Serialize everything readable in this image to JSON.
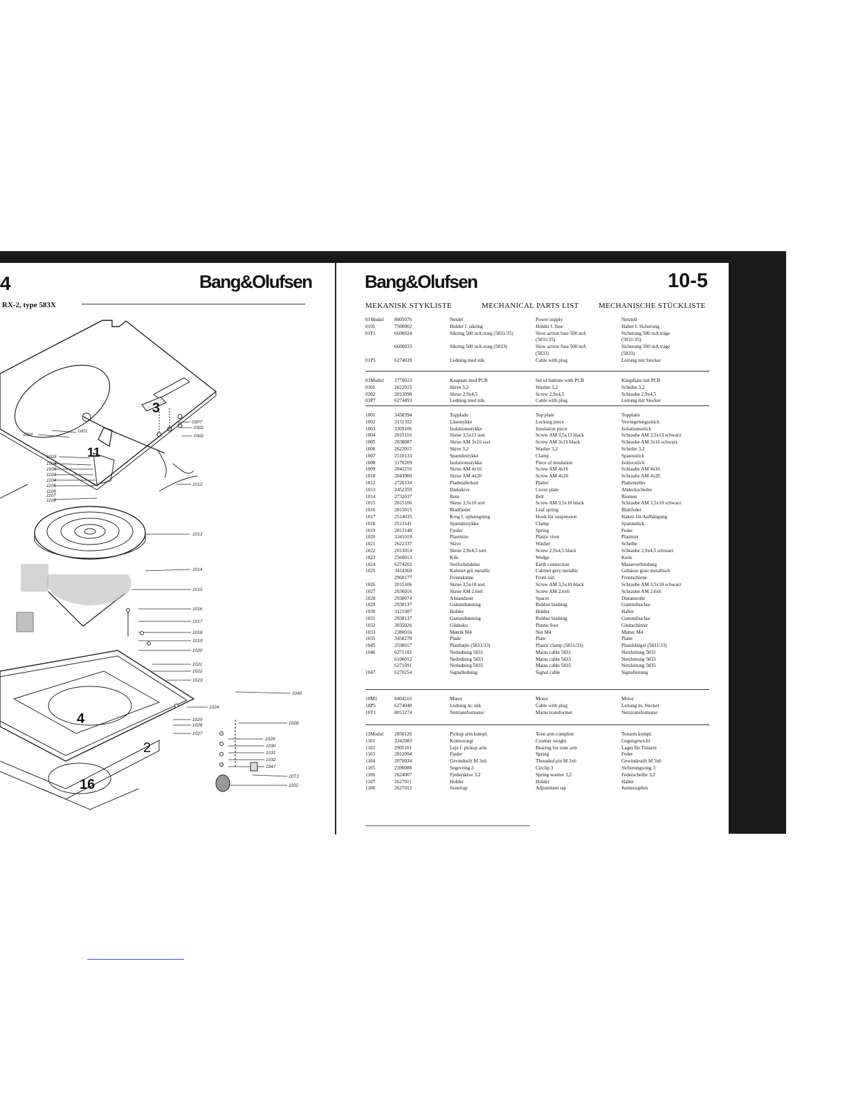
{
  "left_page": {
    "page_number": "4",
    "brand": "Bang&Olufsen",
    "model_line": "RX-2, type 583X",
    "callouts": [
      "3",
      "11",
      "4",
      "2",
      "16"
    ],
    "part_labels": [
      "03P7",
      "0301",
      "0302",
      "1001",
      "1002",
      "1003",
      "1004",
      "1005",
      "1012",
      "1013",
      "1014",
      "1015",
      "1016",
      "1017",
      "1018",
      "1019",
      "1020",
      "1021",
      "1022",
      "1023",
      "1024",
      "1025",
      "1026",
      "1027",
      "1028",
      "1029",
      "1030",
      "1031",
      "1032",
      "1045",
      "1047",
      "10T1",
      "1102",
      "1103",
      "1104",
      "1105",
      "1106",
      "1107",
      "1108"
    ]
  },
  "right_page": {
    "brand": "Bang&Olufsen",
    "page_number": "10-5",
    "headers": {
      "danish": "MEKANISK STYKLISTE",
      "english": "MECHANICAL PARTS LIST",
      "german": "MECHANISCHE STÜCKLISTE"
    },
    "groups": [
      {
        "rows": [
          {
            "pos": "01Modul",
            "no": "8005076",
            "da": "Netdel",
            "en": "Power supply",
            "de": "Netzteil"
          },
          {
            "pos": "0101",
            "no": "7500002",
            "da": "Holder f. sikring",
            "en": "Holder f. fuse",
            "de": "Halter f. Sicherung"
          },
          {
            "pos": "01F1",
            "no": "6600024",
            "da": "Sikring 500 mA-træg (5831/35)",
            "en": "Slow action fuse 500 mA",
            "de": "Sicherung 500 mA träge"
          },
          {
            "pos": "",
            "no": "",
            "da": "",
            "en": "(5831/35)",
            "de": "(5831/35)"
          },
          {
            "pos": "",
            "no": "6600033",
            "da": "Sikring 500 mA-træg (5833)",
            "en": "Slow action fuse 500 mA",
            "de": "Sicherung 500 mA träge"
          },
          {
            "pos": "",
            "no": "",
            "da": "",
            "en": "(5833)",
            "de": "(5833)"
          },
          {
            "pos": "01P5",
            "no": "6274039",
            "da": "Ledning med stik",
            "en": "Cable with plug",
            "de": "Leitung mit Stecker"
          }
        ]
      },
      {
        "rows": [
          {
            "pos": "03Modul",
            "no": "2770023",
            "da": "Knapsæt med PCB",
            "en": "Set of buttons with PCB",
            "de": "Knopfsatz mit PCB"
          },
          {
            "pos": "0301",
            "no": "2622015",
            "da": "Skive 3,2",
            "en": "Washer 3,2",
            "de": "Scheibe 3,2"
          },
          {
            "pos": "0302",
            "no": "2013098",
            "da": "Skrue 2,9x4,5",
            "en": "Screw 2,9x4,5",
            "de": "Schraube 2,9x4,5"
          },
          {
            "pos": "03P7",
            "no": "6274493",
            "da": "Ledning med stik",
            "en": "Cable with plug",
            "de": "Leitung mit Stecker"
          }
        ]
      },
      {
        "rows": [
          {
            "pos": "1001",
            "no": "3458394",
            "da": "Topplade",
            "en": "Top plate",
            "de": "Topplatte"
          },
          {
            "pos": "1002",
            "no": "3151352",
            "da": "Låsestykke",
            "en": "Locking piece",
            "de": "Verriegelungsstück"
          },
          {
            "pos": "1003",
            "no": "3309106",
            "da": "Isolationsstykke",
            "en": "Insulation piece",
            "de": "Isolationsstück"
          },
          {
            "pos": "1004",
            "no": "2015110",
            "da": "Skrue 3,5x13 sort",
            "en": "Screw AM 3,5x13 black",
            "de": "Schraube AM 3,5x13 schwarz"
          },
          {
            "pos": "1005",
            "no": "2038087",
            "da": "Skrue AM 3x16 sort",
            "en": "Screw AM 3x16 black",
            "de": "Schraube AM 3x16 schwarz"
          },
          {
            "pos": "1006",
            "no": "2622015",
            "da": "Skive 3,2",
            "en": "Washer 3,2",
            "de": "Scheibe 3,2"
          },
          {
            "pos": "1007",
            "no": "2510133",
            "da": "Spændestykke",
            "en": "Clamp",
            "de": "Spannstück"
          },
          {
            "pos": "1008",
            "no": "3170209",
            "da": "Isolationsstykke",
            "en": "Piece of insulation",
            "de": "Isolierstück"
          },
          {
            "pos": "1009",
            "no": "2042216",
            "da": "Skrue AM 4x16",
            "en": "Screw AM 4x16",
            "de": "Schraube AM 4x16"
          },
          {
            "pos": "1010",
            "no": "2043900",
            "da": "Skrue AM 4x20",
            "en": "Screw AM 4x20",
            "de": "Schraube AM 4x20"
          },
          {
            "pos": "1012",
            "no": "2726134",
            "da": "Pladetallerken",
            "en": "Platter",
            "de": "Plattenteller"
          },
          {
            "pos": "1013",
            "no": "2452359",
            "da": "Dækskive",
            "en": "Cover plate",
            "de": "Abdeckscheibe"
          },
          {
            "pos": "1014",
            "no": "2732037",
            "da": "Rem",
            "en": "Belt",
            "de": "Riemen"
          },
          {
            "pos": "1015",
            "no": "2015106",
            "da": "Skrue 3,5x10 sort",
            "en": "Screw AM 3,5x10 black",
            "de": "Schraube AM 3,5x10 schwarz"
          },
          {
            "pos": "1016",
            "no": "2815015",
            "da": "Bladfjeder",
            "en": "Leaf spring",
            "de": "Blattfeder"
          },
          {
            "pos": "1017",
            "no": "2514035",
            "da": "Krog f. ophængning",
            "en": "Hook for suspension",
            "de": "Haken für Aufhängung"
          },
          {
            "pos": "1018",
            "no": "2513141",
            "da": "Spændestykke",
            "en": "Clamp",
            "de": "Spannstück"
          },
          {
            "pos": "1019",
            "no": "2813140",
            "da": "Fjeder",
            "en": "Spring",
            "de": "Feder"
          },
          {
            "pos": "1020",
            "no": "3341019",
            "da": "Plastnitte",
            "en": "Plastic rivet",
            "de": "Plastniet"
          },
          {
            "pos": "1021",
            "no": "2622337",
            "da": "Skive",
            "en": "Washer",
            "de": "Scheibe"
          },
          {
            "pos": "1022",
            "no": "2013014",
            "da": "Skrue 2,9x4,5 sort",
            "en": "Screw 2,9x4,5 black",
            "de": "Schraube 2,9x4,5 schwarz"
          },
          {
            "pos": "1023",
            "no": "2560013",
            "da": "Kile",
            "en": "Wedge",
            "de": "Keile"
          },
          {
            "pos": "1024",
            "no": "6274202",
            "da": "Stelforbindelse",
            "en": "Earth connection",
            "de": "Masseverbindung"
          },
          {
            "pos": "1025",
            "no": "3414360",
            "da": "Kabinet grå metallic",
            "en": "Cabinet grey metallic",
            "de": "Gehäuse grau metallisch"
          },
          {
            "pos": "",
            "no": "2960177",
            "da": "Frontskinne",
            "en": "Front rail",
            "de": "Frontschiene"
          },
          {
            "pos": "1026",
            "no": "2015106",
            "da": "Skrue 3,5x10 sort",
            "en": "Screw AM 3,5x10 black",
            "de": "Schraube AM 3,5x10 schwarz"
          },
          {
            "pos": "1027",
            "no": "2036016",
            "da": "Skrue AM 2,6x6",
            "en": "Screw AM 2,6x6",
            "de": "Schraube AM 2,6x6"
          },
          {
            "pos": "1028",
            "no": "2930074",
            "da": "Afstandsrør",
            "en": "Spacer",
            "de": "Distanzrohr"
          },
          {
            "pos": "1029",
            "no": "2938137",
            "da": "Gummibøsning",
            "en": "Rubber bushing",
            "de": "Gummibuchse"
          },
          {
            "pos": "1030",
            "no": "3121087",
            "da": "Holder",
            "en": "Holder",
            "de": "Halter"
          },
          {
            "pos": "1031",
            "no": "2938137",
            "da": "Gummibøsning",
            "en": "Rubber bushing",
            "de": "Gummibuchse"
          },
          {
            "pos": "1032",
            "no": "3035026",
            "da": "Glidesko",
            "en": "Plastic foot",
            "de": "Gleitschützer"
          },
          {
            "pos": "1033",
            "no": "2380016",
            "da": "Møtrik M4",
            "en": "Nut M4",
            "de": "Mutter M4"
          },
          {
            "pos": "1035",
            "no": "3458270",
            "da": "Plade",
            "en": "Plate",
            "de": "Platte"
          },
          {
            "pos": "1045",
            "no": "2590017",
            "da": "Plastbøjle (5831/33)",
            "en": "Plastic clamp (5831/33)",
            "de": "Plastikbügel (5831/33)"
          },
          {
            "pos": "1046",
            "no": "6271102",
            "da": "Netledning 5831",
            "en": "Mains cable 5831",
            "de": "Netzleitung 5831"
          },
          {
            "pos": "",
            "no": "6100012",
            "da": "Netledning 5833",
            "en": "Mains cable 5833",
            "de": "Netzleitung 5833"
          },
          {
            "pos": "",
            "no": "6271091",
            "da": "Netledning 5835",
            "en": "Mains cable 5835",
            "de": "Netzleitung 5835"
          },
          {
            "pos": "1047",
            "no": "6270254",
            "da": "Signalledning",
            "en": "Signal cable",
            "de": "Signalleitung"
          }
        ]
      },
      {
        "rows": [
          {
            "pos": "10M1",
            "no": "8404110",
            "da": "Motor",
            "en": "Motor",
            "de": "Motor"
          },
          {
            "pos": "10P5",
            "no": "6274040",
            "da": "Ledning m. stik",
            "en": "Cable with plug",
            "de": "Leitung m. Stecker"
          },
          {
            "pos": "10T1",
            "no": "8013274",
            "da": "Nettransformator",
            "en": "Mains transformer",
            "de": "Netztransformator"
          }
        ]
      },
      {
        "rows": [
          {
            "pos": "11Modul",
            "no": "2850126",
            "da": "Pickup arm kompl.",
            "en": "Tone arm complete",
            "de": "Tonarm kompl."
          },
          {
            "pos": "1101",
            "no": "3342083",
            "da": "Kontravægt",
            "en": "Counter weight",
            "de": "Gegengewicht"
          },
          {
            "pos": "1102",
            "no": "2905101",
            "da": "Leje f. pickup arm",
            "en": "Bearing for tone arm",
            "de": "Lager für Tonarm"
          },
          {
            "pos": "1103",
            "no": "2812094",
            "da": "Fjeder",
            "en": "Spring",
            "de": "Feder"
          },
          {
            "pos": "1104",
            "no": "2070034",
            "da": "Gevindstift M 3x6",
            "en": "Threaded pin M 3x6",
            "de": "Gewindestift M 3x6"
          },
          {
            "pos": "1105",
            "no": "2390088",
            "da": "Segevring 3",
            "en": "Circlip 3",
            "de": "Sicherungsring 3"
          },
          {
            "pos": "1106",
            "no": "2624007",
            "da": "Fjederskive 3,2",
            "en": "Spring washer 3,2",
            "de": "Federscheibe 3,2"
          },
          {
            "pos": "1107",
            "no": "2627011",
            "da": "Holder",
            "en": "Holder",
            "de": "Halter"
          },
          {
            "pos": "1108",
            "no": "2627012",
            "da": "Justertap",
            "en": "Adjustment tap",
            "de": "Justierzapfen"
          }
        ]
      }
    ]
  }
}
